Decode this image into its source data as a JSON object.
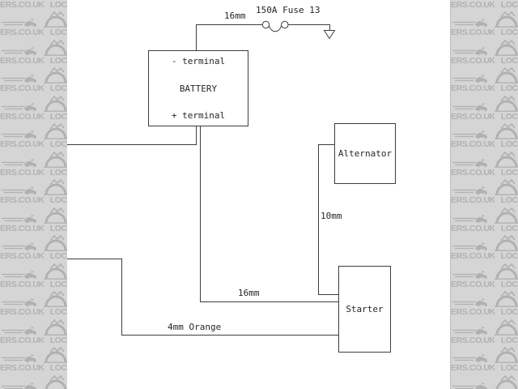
{
  "watermark": {
    "fragment_left": "ERS.CO.UK",
    "fragment_right": "LOCOST",
    "rows": 15,
    "bg_color": "#d5d5d5",
    "glyph_color": "#b1b1b1"
  },
  "diagram": {
    "line_color": "#3d3d3d",
    "text_color": "#262626",
    "battery": {
      "negative": "- terminal",
      "title": "BATTERY",
      "positive": "+ terminal"
    },
    "alternator": {
      "title": "Alternator"
    },
    "starter": {
      "title": "Starter"
    },
    "fuse": {
      "label": "150A Fuse 13",
      "wire_gauge": "16mm"
    },
    "wire_labels": {
      "alternator_to_starter": "10mm",
      "battery_to_starter": "16mm",
      "orange_feed": "4mm Orange"
    }
  }
}
